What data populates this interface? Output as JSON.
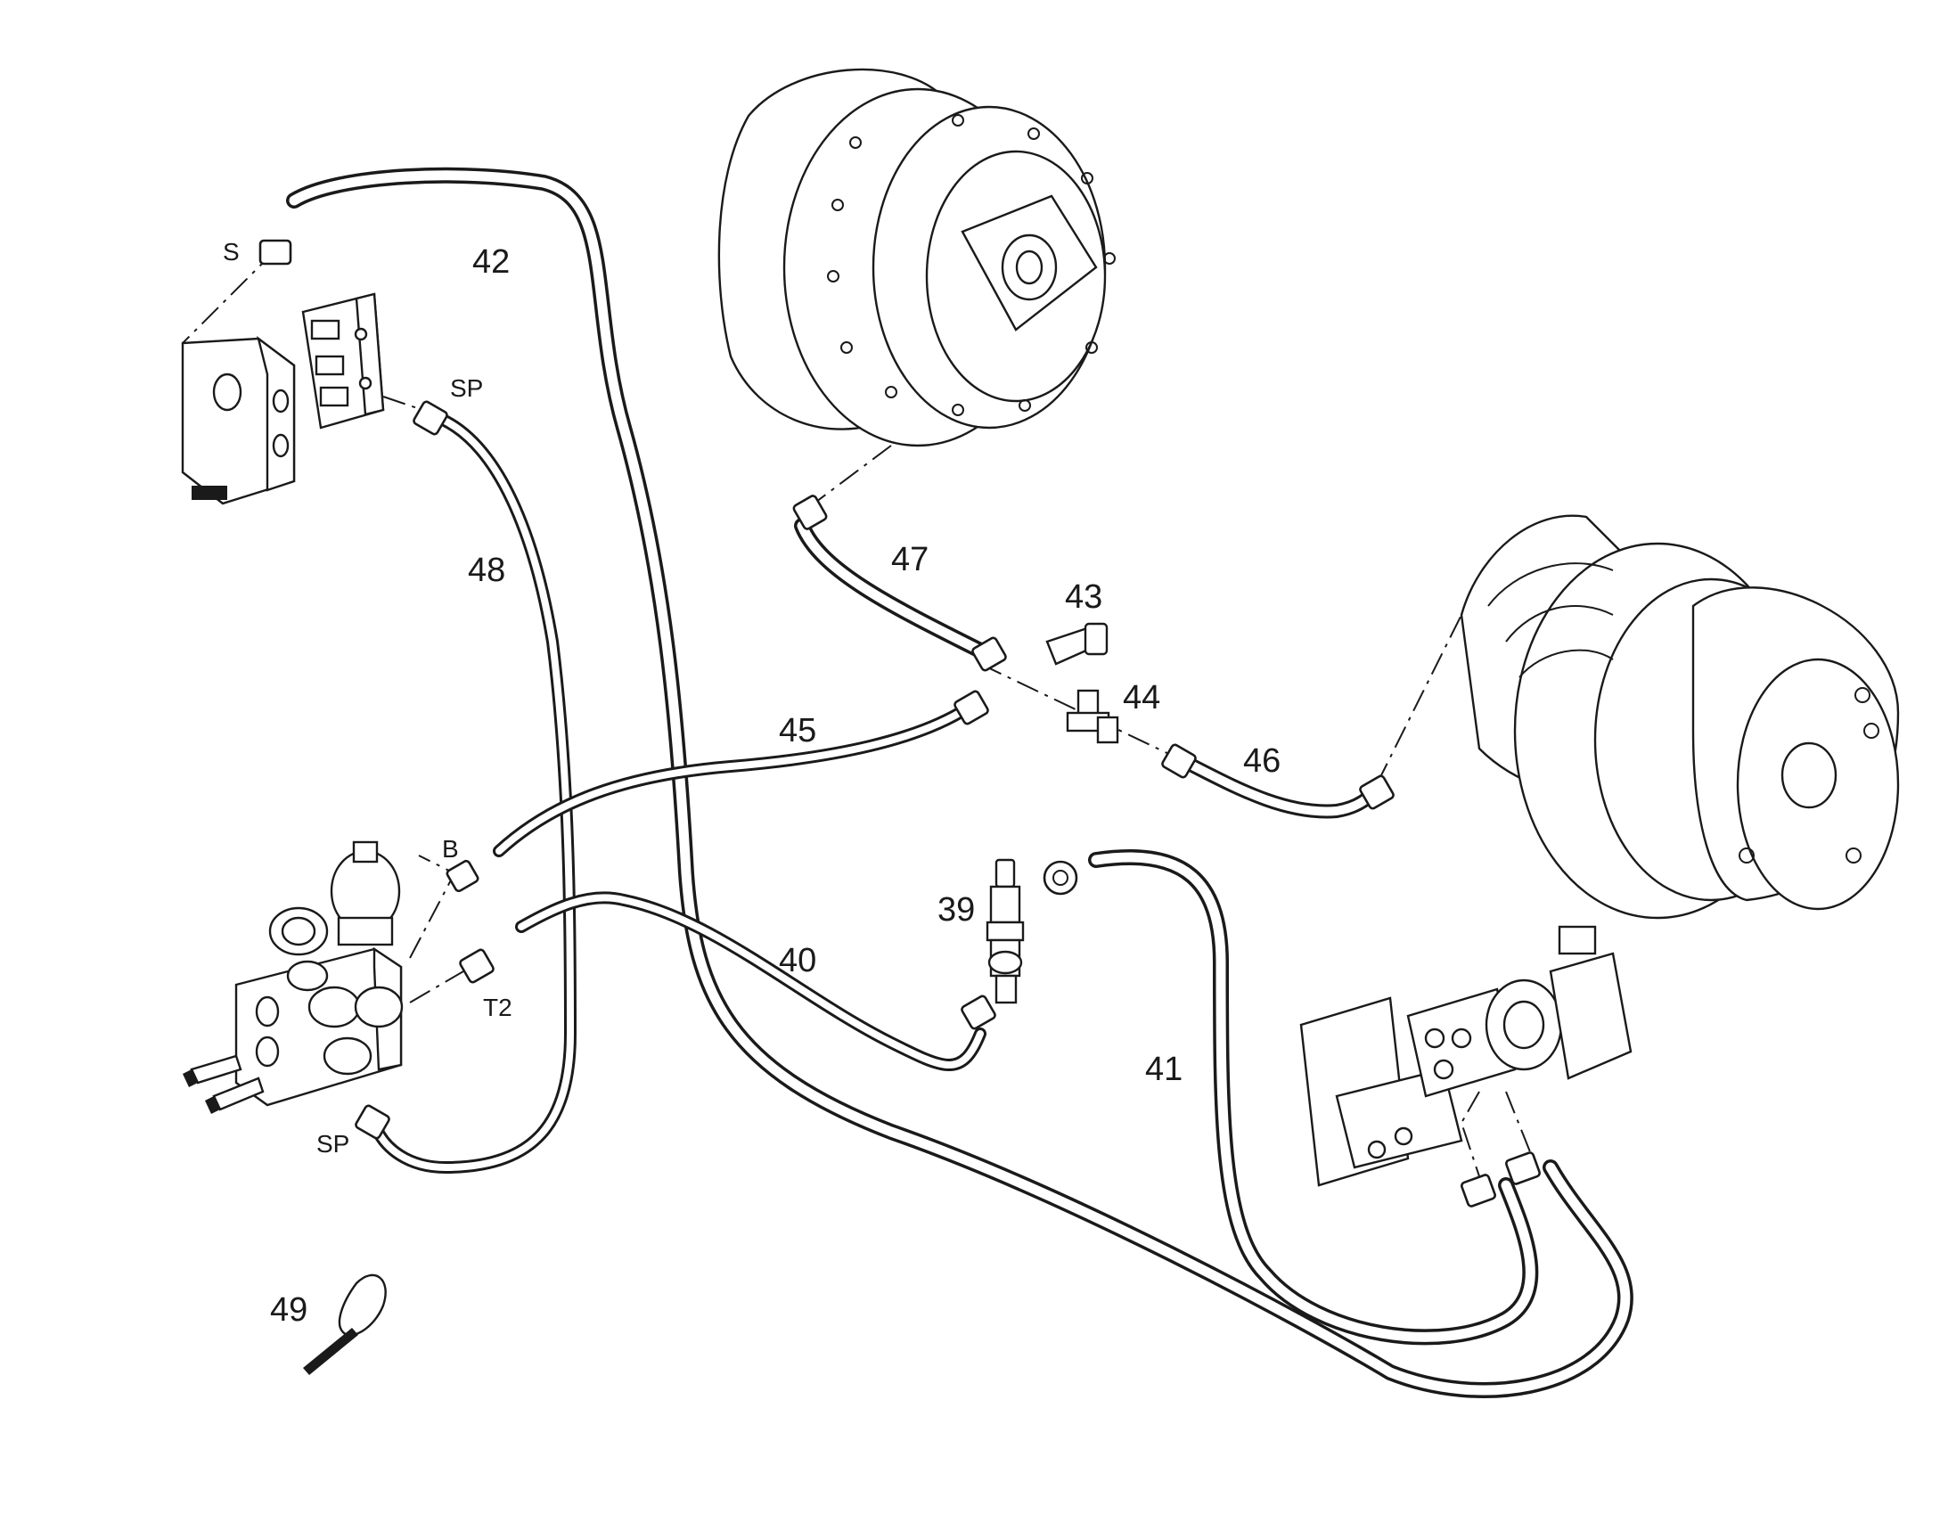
{
  "labels": {
    "n39": "39",
    "n40": "40",
    "n41": "41",
    "n42": "42",
    "n43": "43",
    "n44": "44",
    "n45": "45",
    "n46": "46",
    "n47": "47",
    "n48": "48",
    "n49": "49",
    "port_s": "S",
    "port_sp_top": "SP",
    "port_sp_bottom": "SP",
    "port_b": "B",
    "port_t2": "T2"
  },
  "colors": {
    "line": "#1a1a1a",
    "background": "#ffffff"
  }
}
